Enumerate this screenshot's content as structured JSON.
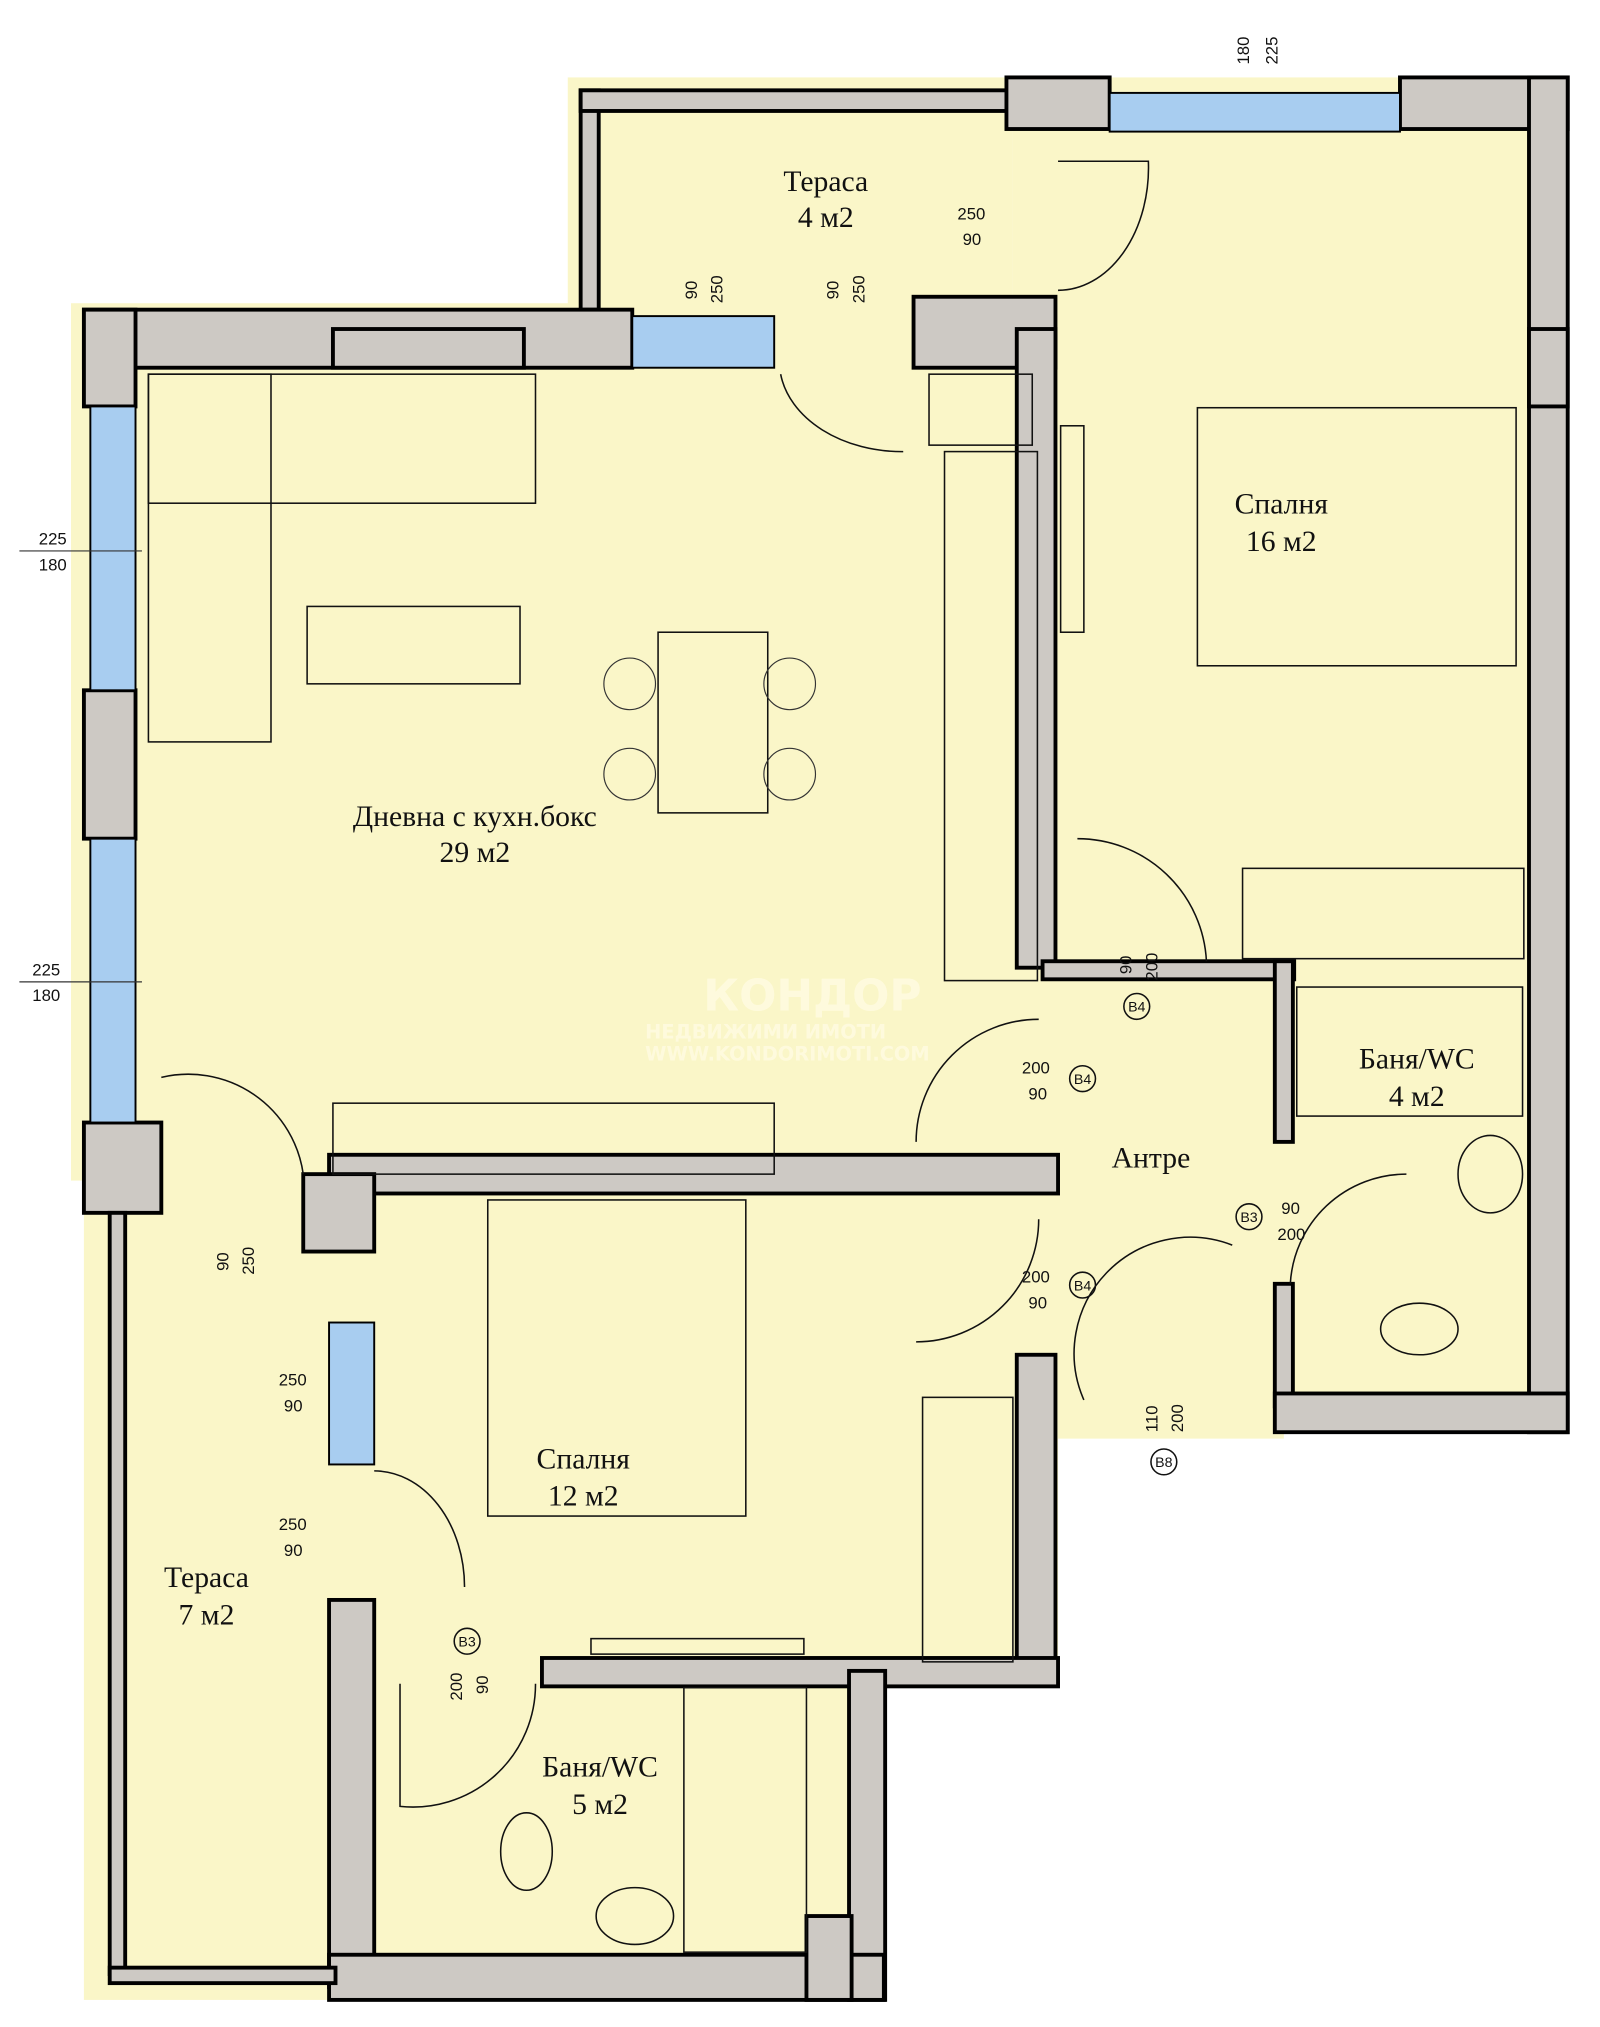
{
  "colors": {
    "room_fill": "#faf6c8",
    "wall": "#cdc9c4",
    "window": "#a8cdf0",
    "line": "#111111"
  },
  "rooms": [
    {
      "name": "Тераса",
      "area": "4 м2"
    },
    {
      "name": "Спалня",
      "area": "16 м2"
    },
    {
      "name": "Дневна с кухн.бокс",
      "area": "29 м2"
    },
    {
      "name": "Баня/WC",
      "area": "4 м2"
    },
    {
      "name": "Антре",
      "area": ""
    },
    {
      "name": "Спалня",
      "area": "12 м2"
    },
    {
      "name": "Тераса",
      "area": "7 м2"
    },
    {
      "name": "Баня/WC",
      "area": "5 м2"
    }
  ],
  "dimensions": {
    "top_window": [
      "180",
      "225"
    ],
    "left_window_1": [
      "225",
      "180"
    ],
    "left_window_2": [
      "225",
      "180"
    ],
    "terrace_door_1": [
      "90",
      "250"
    ],
    "terrace_door_2": [
      "90",
      "250"
    ],
    "terrace_door_3": [
      "250",
      "90"
    ],
    "bedroom16_door": [
      "90",
      "200"
    ],
    "living_door": [
      "200",
      "90"
    ],
    "bedroom12_door": [
      "200",
      "90"
    ],
    "bath4_door": [
      "90",
      "200"
    ],
    "entrance_door": [
      "110",
      "200"
    ],
    "left_terrace_door": [
      "90",
      "250"
    ],
    "left_terrace_win_1": [
      "250",
      "90"
    ],
    "left_terrace_win_2": [
      "250",
      "90"
    ],
    "bath5_door": [
      "200",
      "90"
    ]
  },
  "door_tags": {
    "b4": "В4",
    "b3": "В3",
    "b8": "В8"
  },
  "watermark": {
    "brand": "КОНДОР",
    "subtitle": "НЕДВИЖИМИ ИМОТИ",
    "url": "WWW.KONDORIMOTI.COM"
  }
}
